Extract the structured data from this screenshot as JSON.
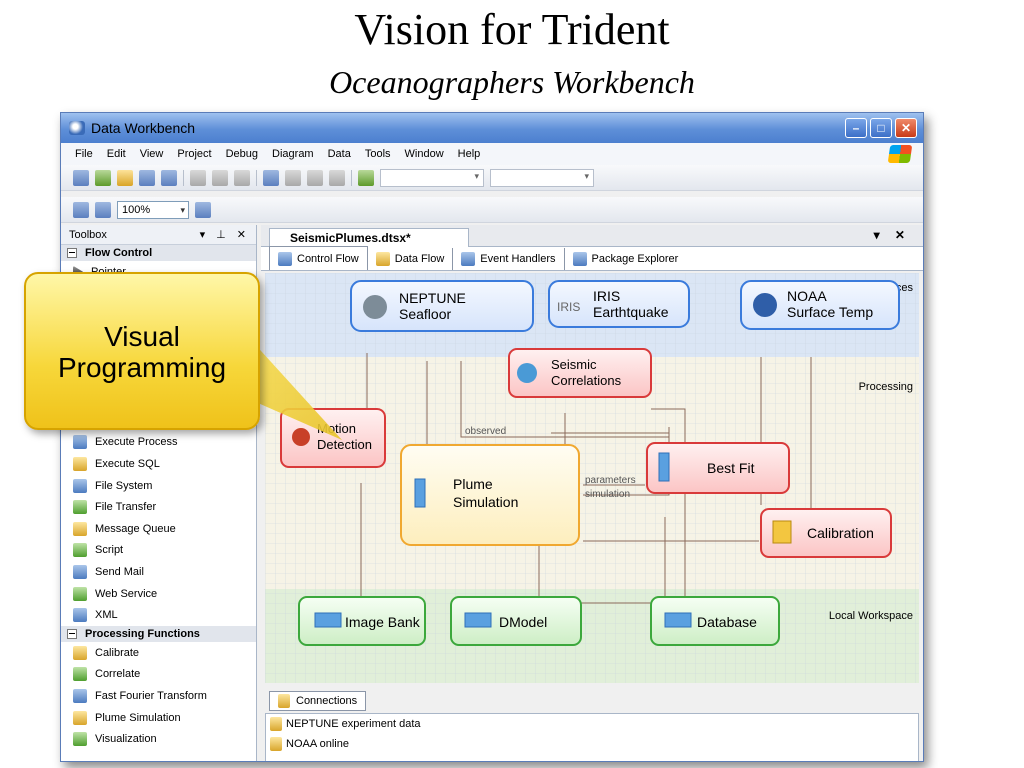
{
  "slide": {
    "title": "Vision for Trident",
    "subtitle": "Oceanographers Workbench"
  },
  "window": {
    "title": "Data Workbench"
  },
  "menu": [
    "File",
    "Edit",
    "View",
    "Project",
    "Debug",
    "Diagram",
    "Data",
    "Tools",
    "Window",
    "Help"
  ],
  "zoom": {
    "value": "100%"
  },
  "toolbox": {
    "title": "Toolbox",
    "group_flow": "Flow Control",
    "group_processing": "Processing Functions",
    "top_item": "Pointer",
    "flow_items": [
      "Execute Process",
      "Execute SQL",
      "File System",
      "File Transfer",
      "Message Queue",
      "Script",
      "Send Mail",
      "Web Service",
      "XML"
    ],
    "processing_items": [
      "Calibrate",
      "Correlate",
      "Fast Fourier Transform",
      "Plume Simulation",
      "Visualization"
    ]
  },
  "callout": {
    "line1": "Visual",
    "line2": "Programming"
  },
  "editor": {
    "doc_tab": "SeismicPlumes.dtsx*",
    "view_tabs": [
      "Control Flow",
      "Data Flow",
      "Event Handlers",
      "Package Explorer"
    ]
  },
  "diagram": {
    "zones": [
      "Data Sources",
      "Processing",
      "Local Workspace"
    ],
    "sources": [
      {
        "line1": "NEPTUNE",
        "line2": "Seafloor"
      },
      {
        "line1": "IRIS",
        "line2": "Earthtquake"
      },
      {
        "line1": "NOAA",
        "line2": "Surface Temp"
      }
    ],
    "processing": {
      "seismic": {
        "line1": "Seismic",
        "line2": "Correlations"
      },
      "motion": {
        "line1": "Motion",
        "line2": "Detection"
      },
      "plume": {
        "line1": "Plume",
        "line2": "Simulation"
      },
      "bestfit": "Best Fit",
      "calibration": "Calibration"
    },
    "outputs": [
      "Image Bank",
      "DModel",
      "Database"
    ],
    "edge_labels": {
      "observed": "observed",
      "parameters": "parameters",
      "simulation": "simulation"
    }
  },
  "connections": {
    "tab": "Connections",
    "items": [
      "NEPTUNE experiment data",
      "NOAA online"
    ]
  },
  "colors": {
    "source_border": "#3a7bdc",
    "process_border": "#d93a3a",
    "plume_border": "#f0a830",
    "output_border": "#3ca83c"
  }
}
